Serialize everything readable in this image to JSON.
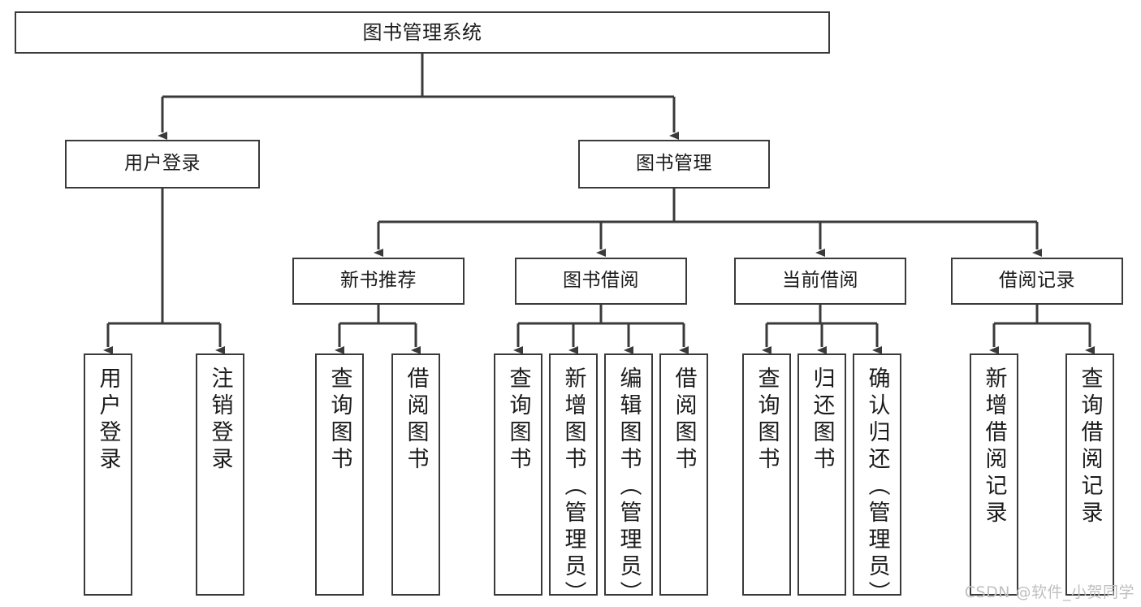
{
  "diagram": {
    "title": "图书管理系统",
    "watermark": "CSDN @软件_小贺同学",
    "line_color": "#3a3a3a",
    "box_fill": "#ffffff",
    "text_color": "#1b1b1b",
    "watermark_color": "#bfbfbf"
  },
  "nodes": {
    "root": {
      "label": "图书管理系统"
    },
    "level1": [
      {
        "label": "用户登录"
      },
      {
        "label": "图书管理"
      }
    ],
    "level2": [
      {
        "label": "新书推荐"
      },
      {
        "label": "图书借阅"
      },
      {
        "label": "当前借阅"
      },
      {
        "label": "借阅记录"
      }
    ],
    "leaves": {
      "user_login": [
        {
          "label": "用户登录"
        },
        {
          "label": "注销登录"
        }
      ],
      "new_book_recommend": [
        {
          "label": "查询图书"
        },
        {
          "label": "借阅图书"
        }
      ],
      "book_borrow": [
        {
          "label": "查询图书"
        },
        {
          "label": "新增图书（管理员）"
        },
        {
          "label": "编辑图书（管理员）"
        },
        {
          "label": "借阅图书"
        }
      ],
      "current_borrow": [
        {
          "label": "查询图书"
        },
        {
          "label": "归还图书"
        },
        {
          "label": "确认归还（管理员）"
        }
      ],
      "borrow_record": [
        {
          "label": "新增借阅记录"
        },
        {
          "label": "查询借阅记录"
        }
      ]
    }
  }
}
